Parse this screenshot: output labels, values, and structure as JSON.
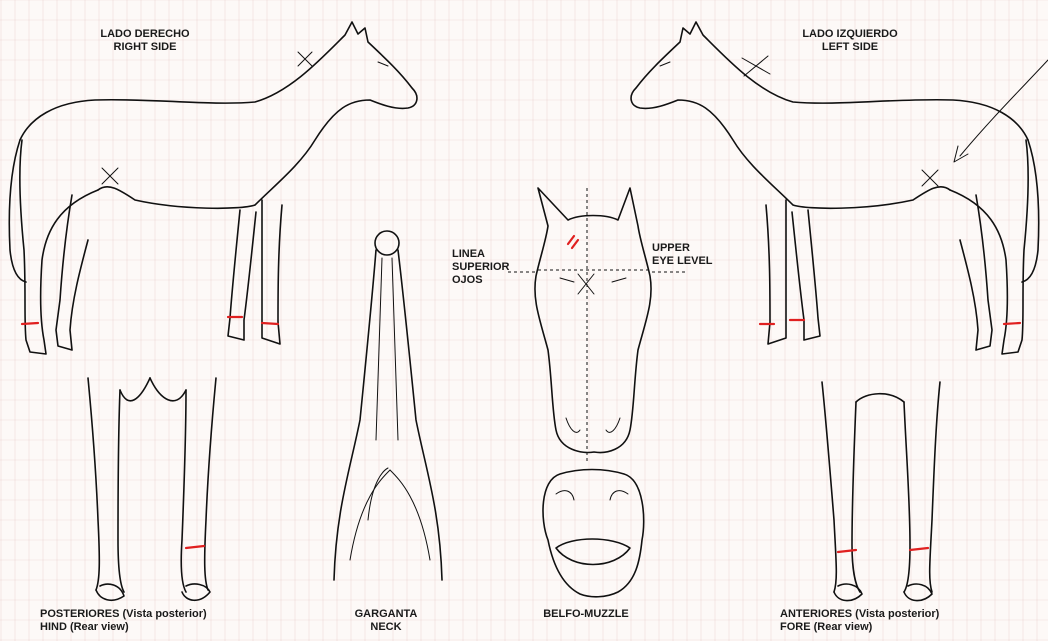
{
  "labels": {
    "right_side_es": "LADO DERECHO",
    "right_side_en": "RIGHT SIDE",
    "left_side_es": "LADO IZQUIERDO",
    "left_side_en": "LEFT SIDE",
    "eye_es_1": "LINEA",
    "eye_es_2": "SUPERIOR",
    "eye_es_3": "OJOS",
    "eye_en_1": "UPPER",
    "eye_en_2": "EYE LEVEL",
    "hind_es": "POSTERIORES (Vista posterior)",
    "hind_en": "HIND (Rear view)",
    "neck_es": "GARGANTA",
    "neck_en": "NECK",
    "muzzle": "BELFO-MUZZLE",
    "fore_es": "ANTERIORES (Vista posterior)",
    "fore_en": "FORE (Rear view)"
  },
  "marking_color": "#e02020"
}
